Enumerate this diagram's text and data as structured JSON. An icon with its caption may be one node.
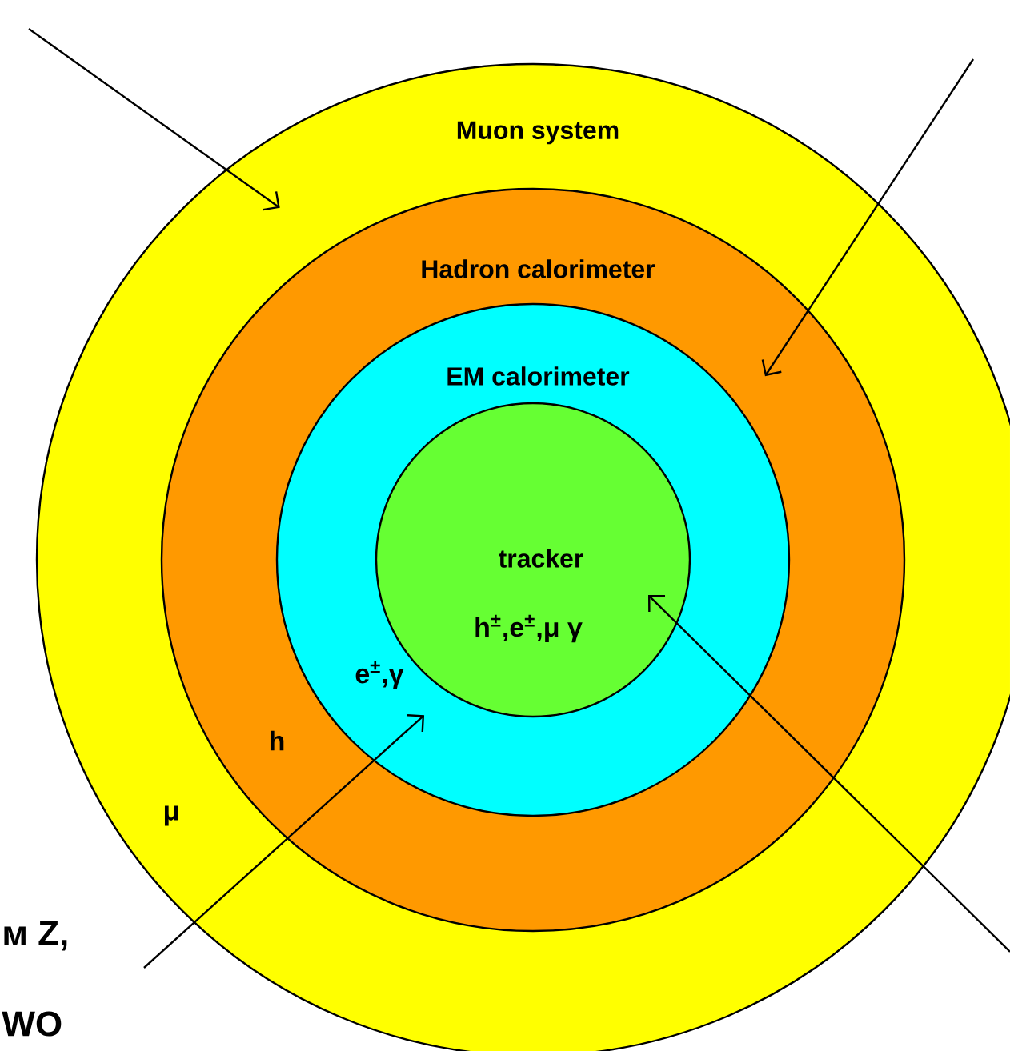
{
  "diagram": {
    "nodes": [
      {
        "text": [
          "Muon system",
          "μ"
        ]
      },
      {
        "text": [
          "Hadron calorimeter",
          "h"
        ],
        "in": 0
      },
      {
        "text": [
          "EM calorimeter",
          "e$^{±}$,γ"
        ],
        "in": 1
      },
      {
        "text": [
          "tracker",
          "h$^{±}$,e$^{±}$,μ  γ"
        ],
        "in": 2
      }
    ],
    "edges": [
      {
        "from": null,
        "to": 0,
        "arrow": "to"
      },
      {
        "from": null,
        "to": 1,
        "arrow": "to"
      },
      {
        "from": null,
        "to": 2,
        "arrow": "to"
      },
      {
        "from": null,
        "to": 3,
        "arrow": "to"
      }
    ],
    "labels": [
      "м Z,",
      "WO"
    ]
  }
}
